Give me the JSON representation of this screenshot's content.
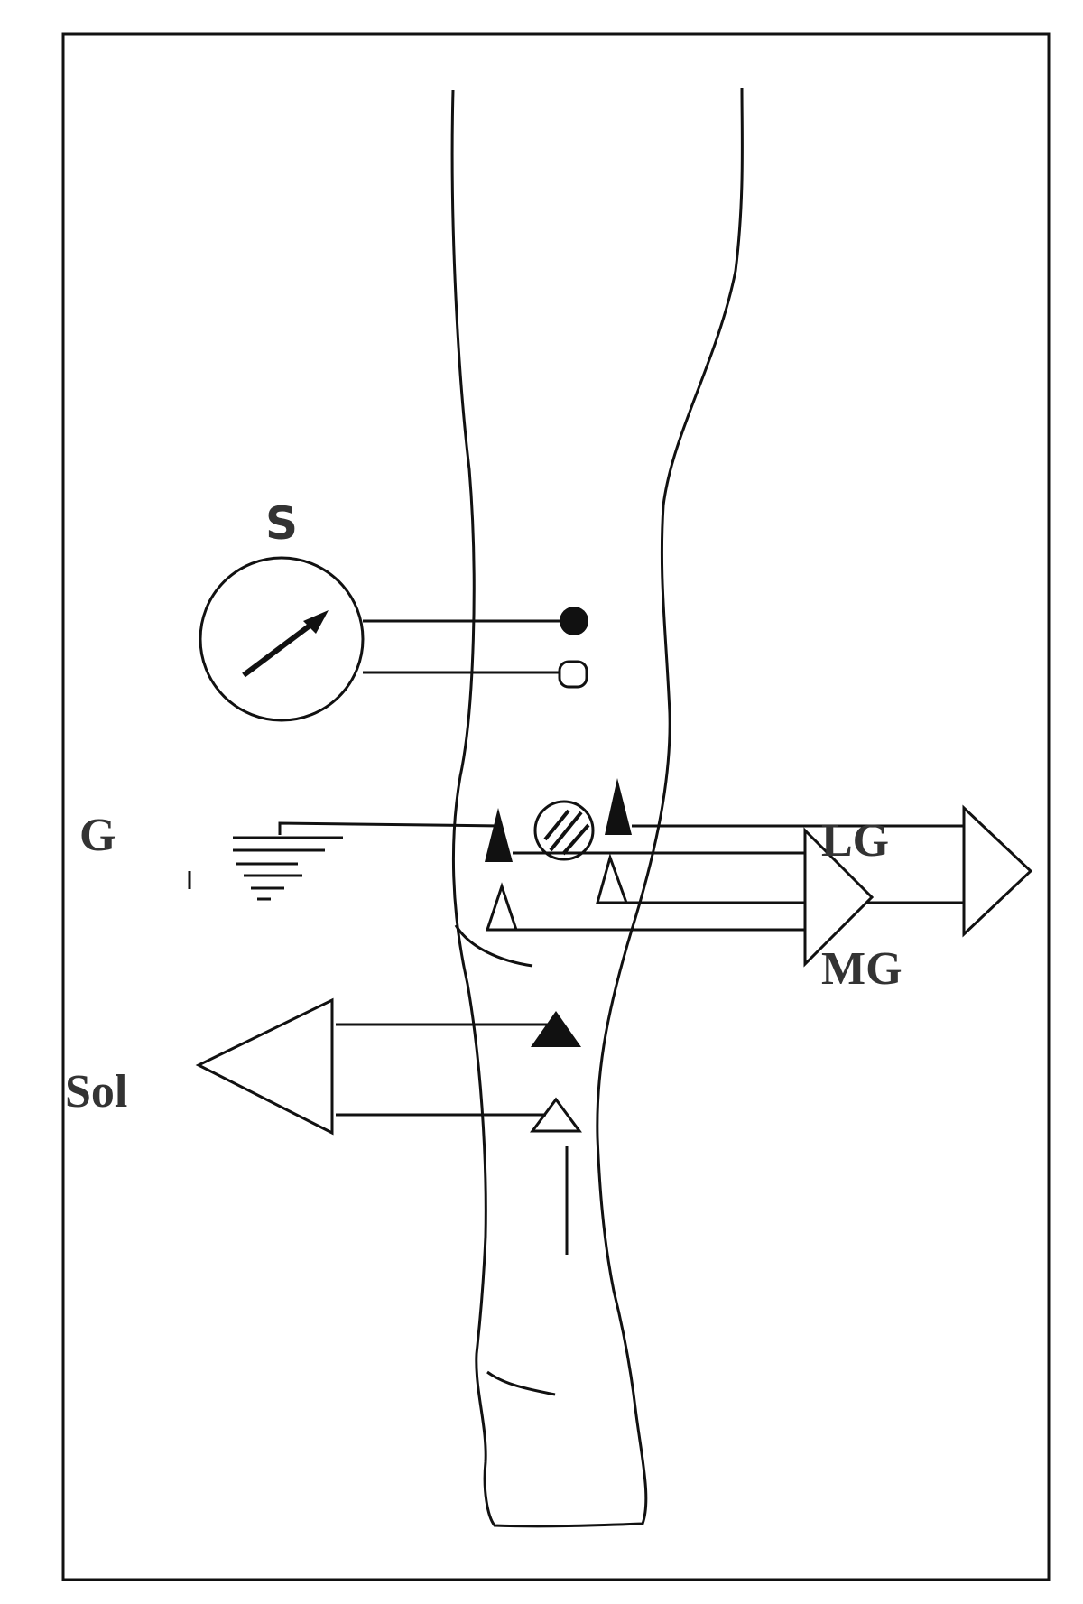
{
  "figure": {
    "labels": {
      "stimulator": "S",
      "ground": "G",
      "lateral_gastrocnemius": "LG",
      "medial_gastrocnemius": "MG",
      "soleus": "Sol"
    },
    "colors": {
      "line": "#111111",
      "label": "#333333",
      "background": "#ffffff"
    },
    "icons": [
      "stimulator-dial-icon",
      "ground-symbol-icon",
      "amplifier-triangle-icon",
      "electrode-triangle-icon"
    ]
  }
}
